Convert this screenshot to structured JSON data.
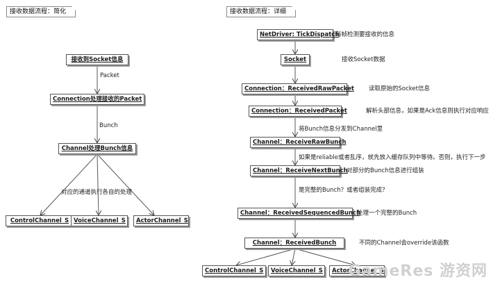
{
  "left": {
    "title": "接收数据流程：简化",
    "nodes": {
      "socket": "接收到Socket信息",
      "connection": "Connection处理接收的Packet",
      "channel": "Channel处理Bunch信息",
      "control": "ControlChannel_S",
      "voice": "VoiceChannel_S",
      "actor": "ActorChannel_S"
    },
    "labels": {
      "packet": "Packet",
      "bunch": "Bunch",
      "dispatch": "对应的通道执行各自的处理"
    }
  },
  "right": {
    "title": "接收数据流程：详细",
    "nodes": {
      "tick": "NetDriver: TickDispatch",
      "socket": "Socket",
      "raw_packet": "Connection：ReceivedRawPacket",
      "packet": "Connection：ReceivedPacket",
      "raw_bunch": "Channel：ReceiveRawBunch",
      "next_bunch": "Channel：ReceiveNextBunch",
      "sequenced": "Channel：ReceivedSequencedBunch",
      "received": "Channel：ReceivedBunch",
      "control": "ControlChannel_S",
      "voice": "VoiceChannel_S",
      "actor": "ActorChannel_S"
    },
    "notes": {
      "tick": "每帧检测要接收的信息",
      "socket": "接收Socket数据",
      "raw_packet": "读取原始的Socket信息",
      "packet": "解析头部信息，如果是Ack信息则执行对应响应",
      "dispatch": "将Bunch信息分发到Channel里",
      "reliable": "如果是reliable或者乱序，就先放入缓存队列中等待。否则，执行下一步",
      "next_bunch": "对部分的Bunch信息进行组装",
      "complete": "是完整的Bunch？或者组装完成？",
      "sequenced": "处理一个完整的Bunch",
      "received": "不同的Channel会override该函数"
    }
  },
  "watermark": "GameRes 游资网"
}
